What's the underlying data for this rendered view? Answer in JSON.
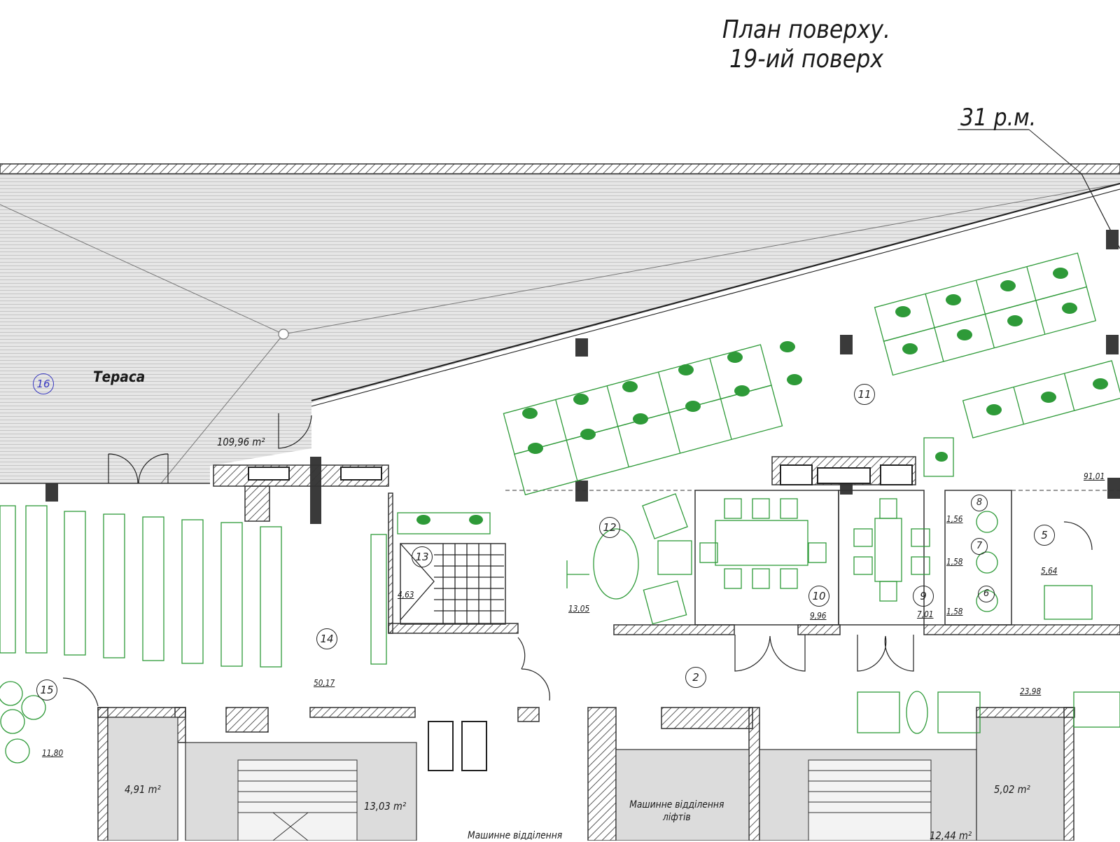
{
  "plan": {
    "title_line1": "План поверху.",
    "title_line2": "19-ий поверх",
    "scale_mark": "31 р.м.",
    "terrace": {
      "label": "Тераса",
      "number": "16",
      "area": "109,96 m²"
    },
    "rooms": [
      {
        "number": "2",
        "area": "23,98"
      },
      {
        "number": "5",
        "area": "5,64"
      },
      {
        "number": "6",
        "area": "1,58"
      },
      {
        "number": "7",
        "area": "1,58"
      },
      {
        "number": "8",
        "area": "1,56"
      },
      {
        "number": "9",
        "area": "7,01"
      },
      {
        "number": "10",
        "area": "9,96"
      },
      {
        "number": "11",
        "area": "91,01"
      },
      {
        "number": "12",
        "area": "13,05"
      },
      {
        "number": "13",
        "area": "4,63"
      },
      {
        "number": "14",
        "area": "50,17"
      },
      {
        "number": "15",
        "area": "11,80"
      }
    ],
    "service_areas": [
      {
        "area": "4,91 m²"
      },
      {
        "area": "13,03 m²"
      },
      {
        "area": "5,02 m²"
      },
      {
        "area": "12,44 m²"
      }
    ],
    "machine_room_label": "Машинне відділення ліфтів",
    "machine_room_label_2": "Машинне відділення"
  },
  "colors": {
    "wall": "#333333",
    "furniture": "#2e9a38",
    "terrace_fill": "#e4e4e4",
    "service_fill": "#dcdcdc"
  }
}
